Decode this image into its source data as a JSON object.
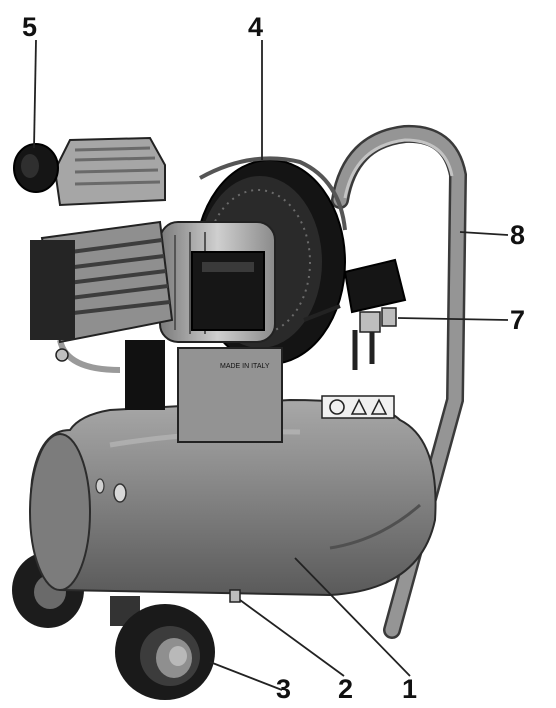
{
  "callouts": {
    "c1": "1",
    "c2": "2",
    "c3": "3",
    "c4": "4",
    "c5": "5",
    "c7": "7",
    "c8": "8"
  },
  "plate": {
    "made_in": "MADE IN ITALY"
  },
  "colors": {
    "tank": "#8c8c8c",
    "tank_shadow": "#5e5e5e",
    "handle": "#909090",
    "metal": "#b4b4b4",
    "dark": "#1e1e1e",
    "leader": "#222222"
  }
}
